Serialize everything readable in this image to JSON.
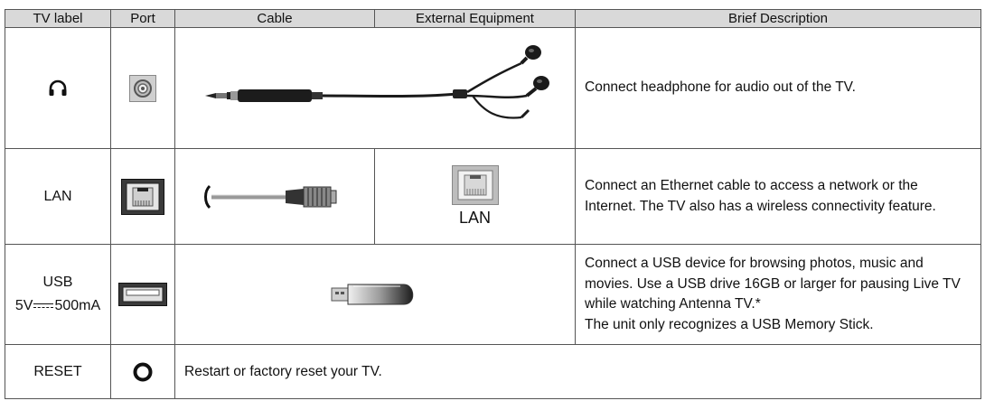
{
  "headers": {
    "tv_label": "TV label",
    "port": "Port",
    "cable": "Cable",
    "external": "External Equipment",
    "description": "Brief Description"
  },
  "rows": [
    {
      "icon": "headphone-icon",
      "port_icon": "audio-jack-port-icon",
      "cable_icon": "earphone-cable-icon",
      "description": "Connect headphone for audio out of the TV."
    },
    {
      "label": "LAN",
      "port_icon": "ethernet-port-icon",
      "cable_icon": "ethernet-cable-icon",
      "external_icon": "lan-device-port-icon",
      "external_text": "LAN",
      "description": [
        "Connect an Ethernet cable to access a network or the",
        "Internet. The TV also has a wireless connectivity feature."
      ]
    },
    {
      "label": "USB",
      "rating_prefix": "5V",
      "rating_suffix": "500mA",
      "port_icon": "usb-port-icon",
      "device_icon": "usb-flash-drive-icon",
      "description": [
        "Connect a USB device for browsing photos, music and",
        "movies. Use a USB drive 16GB or larger for pausing Live TV",
        "while watching Antenna TV.*",
        "The unit only recognizes a USB Memory Stick."
      ]
    },
    {
      "label": "RESET",
      "port_icon": "reset-button-icon",
      "description": "Restart or factory reset your TV."
    }
  ]
}
